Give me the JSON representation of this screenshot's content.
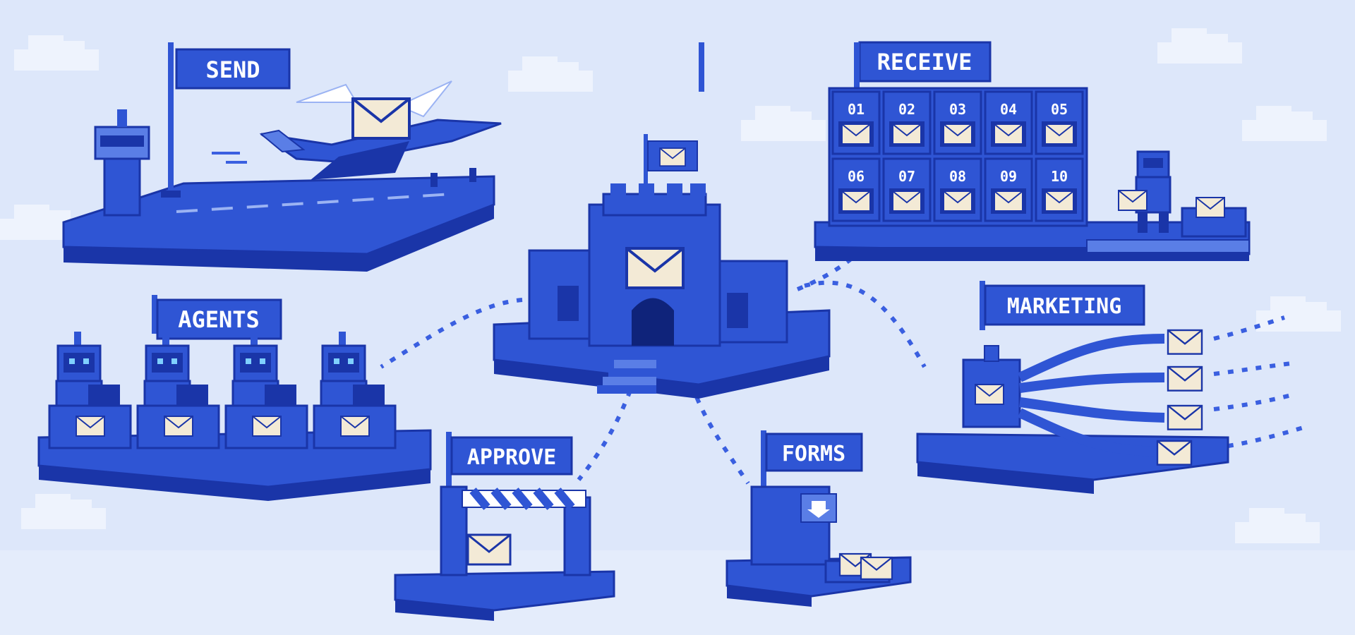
{
  "colors": {
    "sky": "#dde7fa",
    "cloud": "#eef3fd",
    "primary": "#2f55d4",
    "dark": "#1a35a8",
    "light": "#5a7ee6",
    "envelope": "#f3ead6",
    "dots": "#3a5fe0"
  },
  "labels": {
    "send": "SEND",
    "receive": "RECEIVE",
    "agents": "AGENTS",
    "marketing": "MARKETING",
    "approve": "APPROVE",
    "forms": "FORMS"
  },
  "mailboxes": [
    "01",
    "02",
    "03",
    "04",
    "05",
    "06",
    "07",
    "08",
    "09",
    "10"
  ]
}
